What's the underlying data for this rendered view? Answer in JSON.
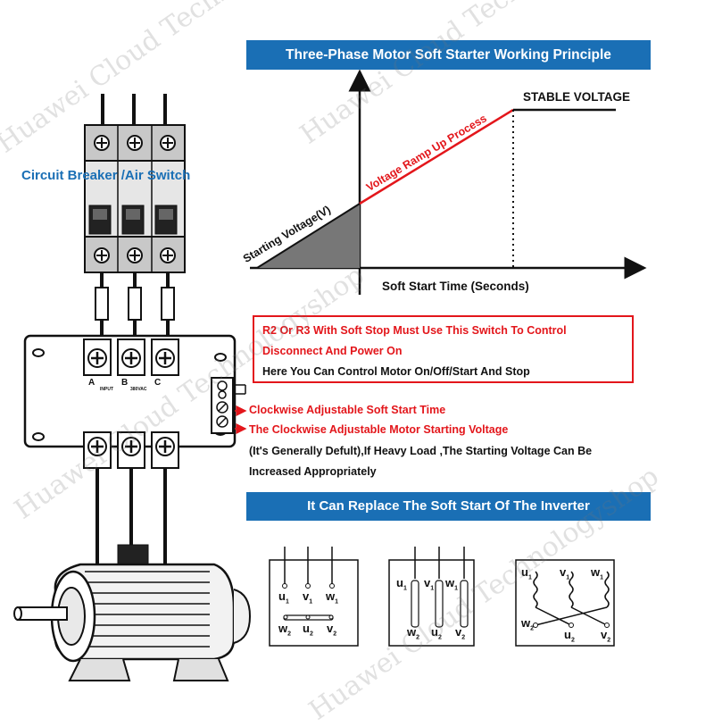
{
  "header": {
    "title": "Three-Phase Motor Soft Starter Working Principle"
  },
  "breaker": {
    "label": "Circuit Breaker /Air Switch"
  },
  "graph": {
    "starting_voltage": "Starting Voltage(V)",
    "ramp": "Voltage Ramp Up Process",
    "stable": "STABLE VOLTAGE",
    "xlabel": "Soft Start Time (Seconds)"
  },
  "starter": {
    "terminals_top": [
      "A",
      "B",
      "C"
    ],
    "input_label": "INPUT",
    "voltage_label": "380VAC"
  },
  "note": {
    "line1": "R2 Or R3 With Soft Stop Must Use This Switch To Control",
    "line2": "Disconnect And Power On",
    "line3": "Here You Can Control Motor On/Off/Start And Stop"
  },
  "adjust": {
    "arrow": "→",
    "time": "Clockwise Adjustable Soft Start Time",
    "voltage": "The Clockwise Adjustable Motor Starting Voltage",
    "desc1": "(It's Generally Defult),If Heavy Load ,The Starting Voltage Can Be",
    "desc2": "Increased Appropriately"
  },
  "replace_banner": {
    "title": "It Can Replace The Soft Start Of The Inverter"
  },
  "wiring": {
    "box1": {
      "top": [
        "u",
        "v",
        "w"
      ],
      "bottom": [
        "w",
        "u",
        "v"
      ],
      "top_sub": "1",
      "bottom_sub": "2"
    },
    "box2": {
      "top": [
        "u",
        "v",
        "w"
      ],
      "bottom": [
        "w",
        "u",
        "v"
      ],
      "top_sub": "1",
      "bottom_sub": "2"
    },
    "box3": {
      "top": [
        "u",
        "v",
        "w"
      ],
      "bottom": [
        "w",
        "u",
        "v"
      ],
      "top_sub": "1",
      "bottom_sub": "2"
    }
  },
  "watermark": {
    "text": "Huawei Cloud Technologyshop"
  }
}
